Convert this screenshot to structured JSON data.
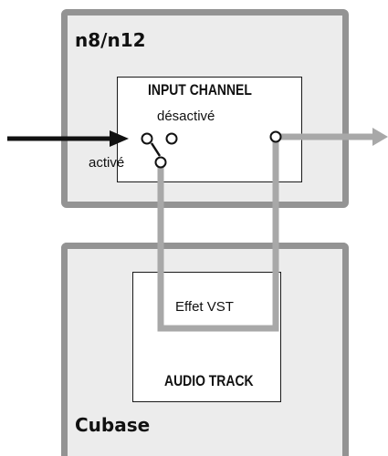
{
  "devices": {
    "top": {
      "title": "n8/n12"
    },
    "bottom": {
      "title": "Cubase"
    }
  },
  "input_channel": {
    "title": "INPUT CHANNEL",
    "switch_off_label": "désactivé",
    "switch_on_label": "activé"
  },
  "audio_track": {
    "title": "AUDIO TRACK",
    "effect_label": "Effet VST"
  },
  "colors": {
    "device_border": "#939393",
    "device_fill": "#ececec",
    "signal_path": "#a8a8a8",
    "input_arrow": "#111111"
  }
}
